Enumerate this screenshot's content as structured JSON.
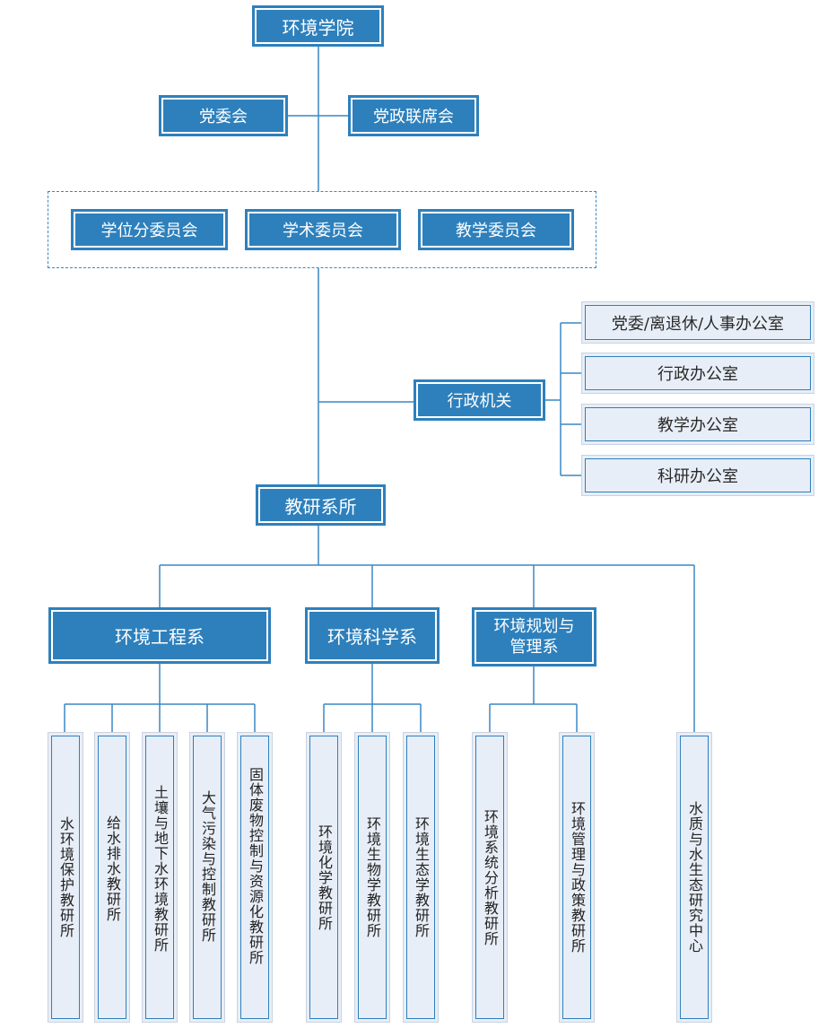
{
  "colors": {
    "primary": "#2e80bc",
    "light_fill": "#e8eef7",
    "line": "#3a87c4"
  },
  "root": "环境学院",
  "party": {
    "committee": "党委会",
    "joint_meeting": "党政联席会"
  },
  "committees": [
    "学位分委员会",
    "学术委员会",
    "教学委员会"
  ],
  "admin": {
    "title": "行政机关",
    "offices": [
      "党委/离退休/人事办公室",
      "行政办公室",
      "教学办公室",
      "科研办公室"
    ]
  },
  "teaching": {
    "title": "教研系所",
    "departments": [
      {
        "name": "环境工程系",
        "institutes": [
          "水环境保护教研所",
          "给水排水教研所",
          "土壤与地下水环境教研所",
          "大气污染与控制教研所",
          "固体废物控制与资源化教研所"
        ]
      },
      {
        "name": "环境科学系",
        "institutes": [
          "环境化学教研所",
          "环境生物学教研所",
          "环境生态学教研所"
        ]
      },
      {
        "name_line1": "环境规划与",
        "name_line2": "管理系",
        "institutes": [
          "环境系统分析教研所",
          "环境管理与政策教研所"
        ]
      }
    ],
    "center": "水质与水生态研究中心"
  }
}
